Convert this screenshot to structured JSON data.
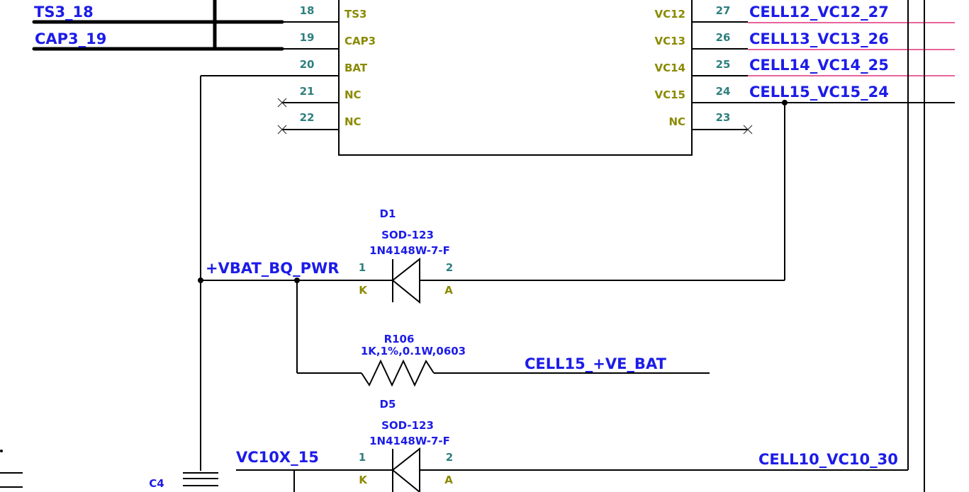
{
  "net_labels": {
    "ts3": "TS3_18",
    "cap3": "CAP3_19",
    "cell12": "CELL12_VC12_27",
    "cell13": "CELL13_VC13_26",
    "cell14": "CELL14_VC14_25",
    "cell15": "CELL15_VC15_24",
    "vbat_bq": "+VBAT_BQ_PWR",
    "cell15_ve": "CELL15_+VE_BAT",
    "vc10x": "VC10X_15",
    "cell10": "CELL10_VC10_30"
  },
  "ic_left_pins": [
    {
      "num": "18",
      "name": "TS3"
    },
    {
      "num": "19",
      "name": "CAP3"
    },
    {
      "num": "20",
      "name": "BAT"
    },
    {
      "num": "21",
      "name": "NC"
    },
    {
      "num": "22",
      "name": "NC"
    }
  ],
  "ic_right_pins": [
    {
      "num": "27",
      "name": "VC12"
    },
    {
      "num": "26",
      "name": "VC13"
    },
    {
      "num": "25",
      "name": "VC14"
    },
    {
      "num": "24",
      "name": "VC15"
    },
    {
      "num": "23",
      "name": "NC"
    }
  ],
  "d1": {
    "ref": "D1",
    "package": "SOD-123",
    "part": "1N4148W-7-F",
    "pin1": "1",
    "pin2": "2",
    "k": "K",
    "a": "A"
  },
  "r106": {
    "ref": "R106",
    "value": "1K,1%,0.1W,0603"
  },
  "d5": {
    "ref": "D5",
    "package": "SOD-123",
    "part": "1N4148W-7-F",
    "pin1": "1",
    "pin2": "2",
    "k": "K",
    "a": "A"
  },
  "c4": {
    "ref": "C4"
  },
  "colors": {
    "net": "#1c1ce8",
    "pin_number": "#2f7f7f",
    "pin_name": "#8a8a00",
    "highlight": "#e0307a"
  }
}
